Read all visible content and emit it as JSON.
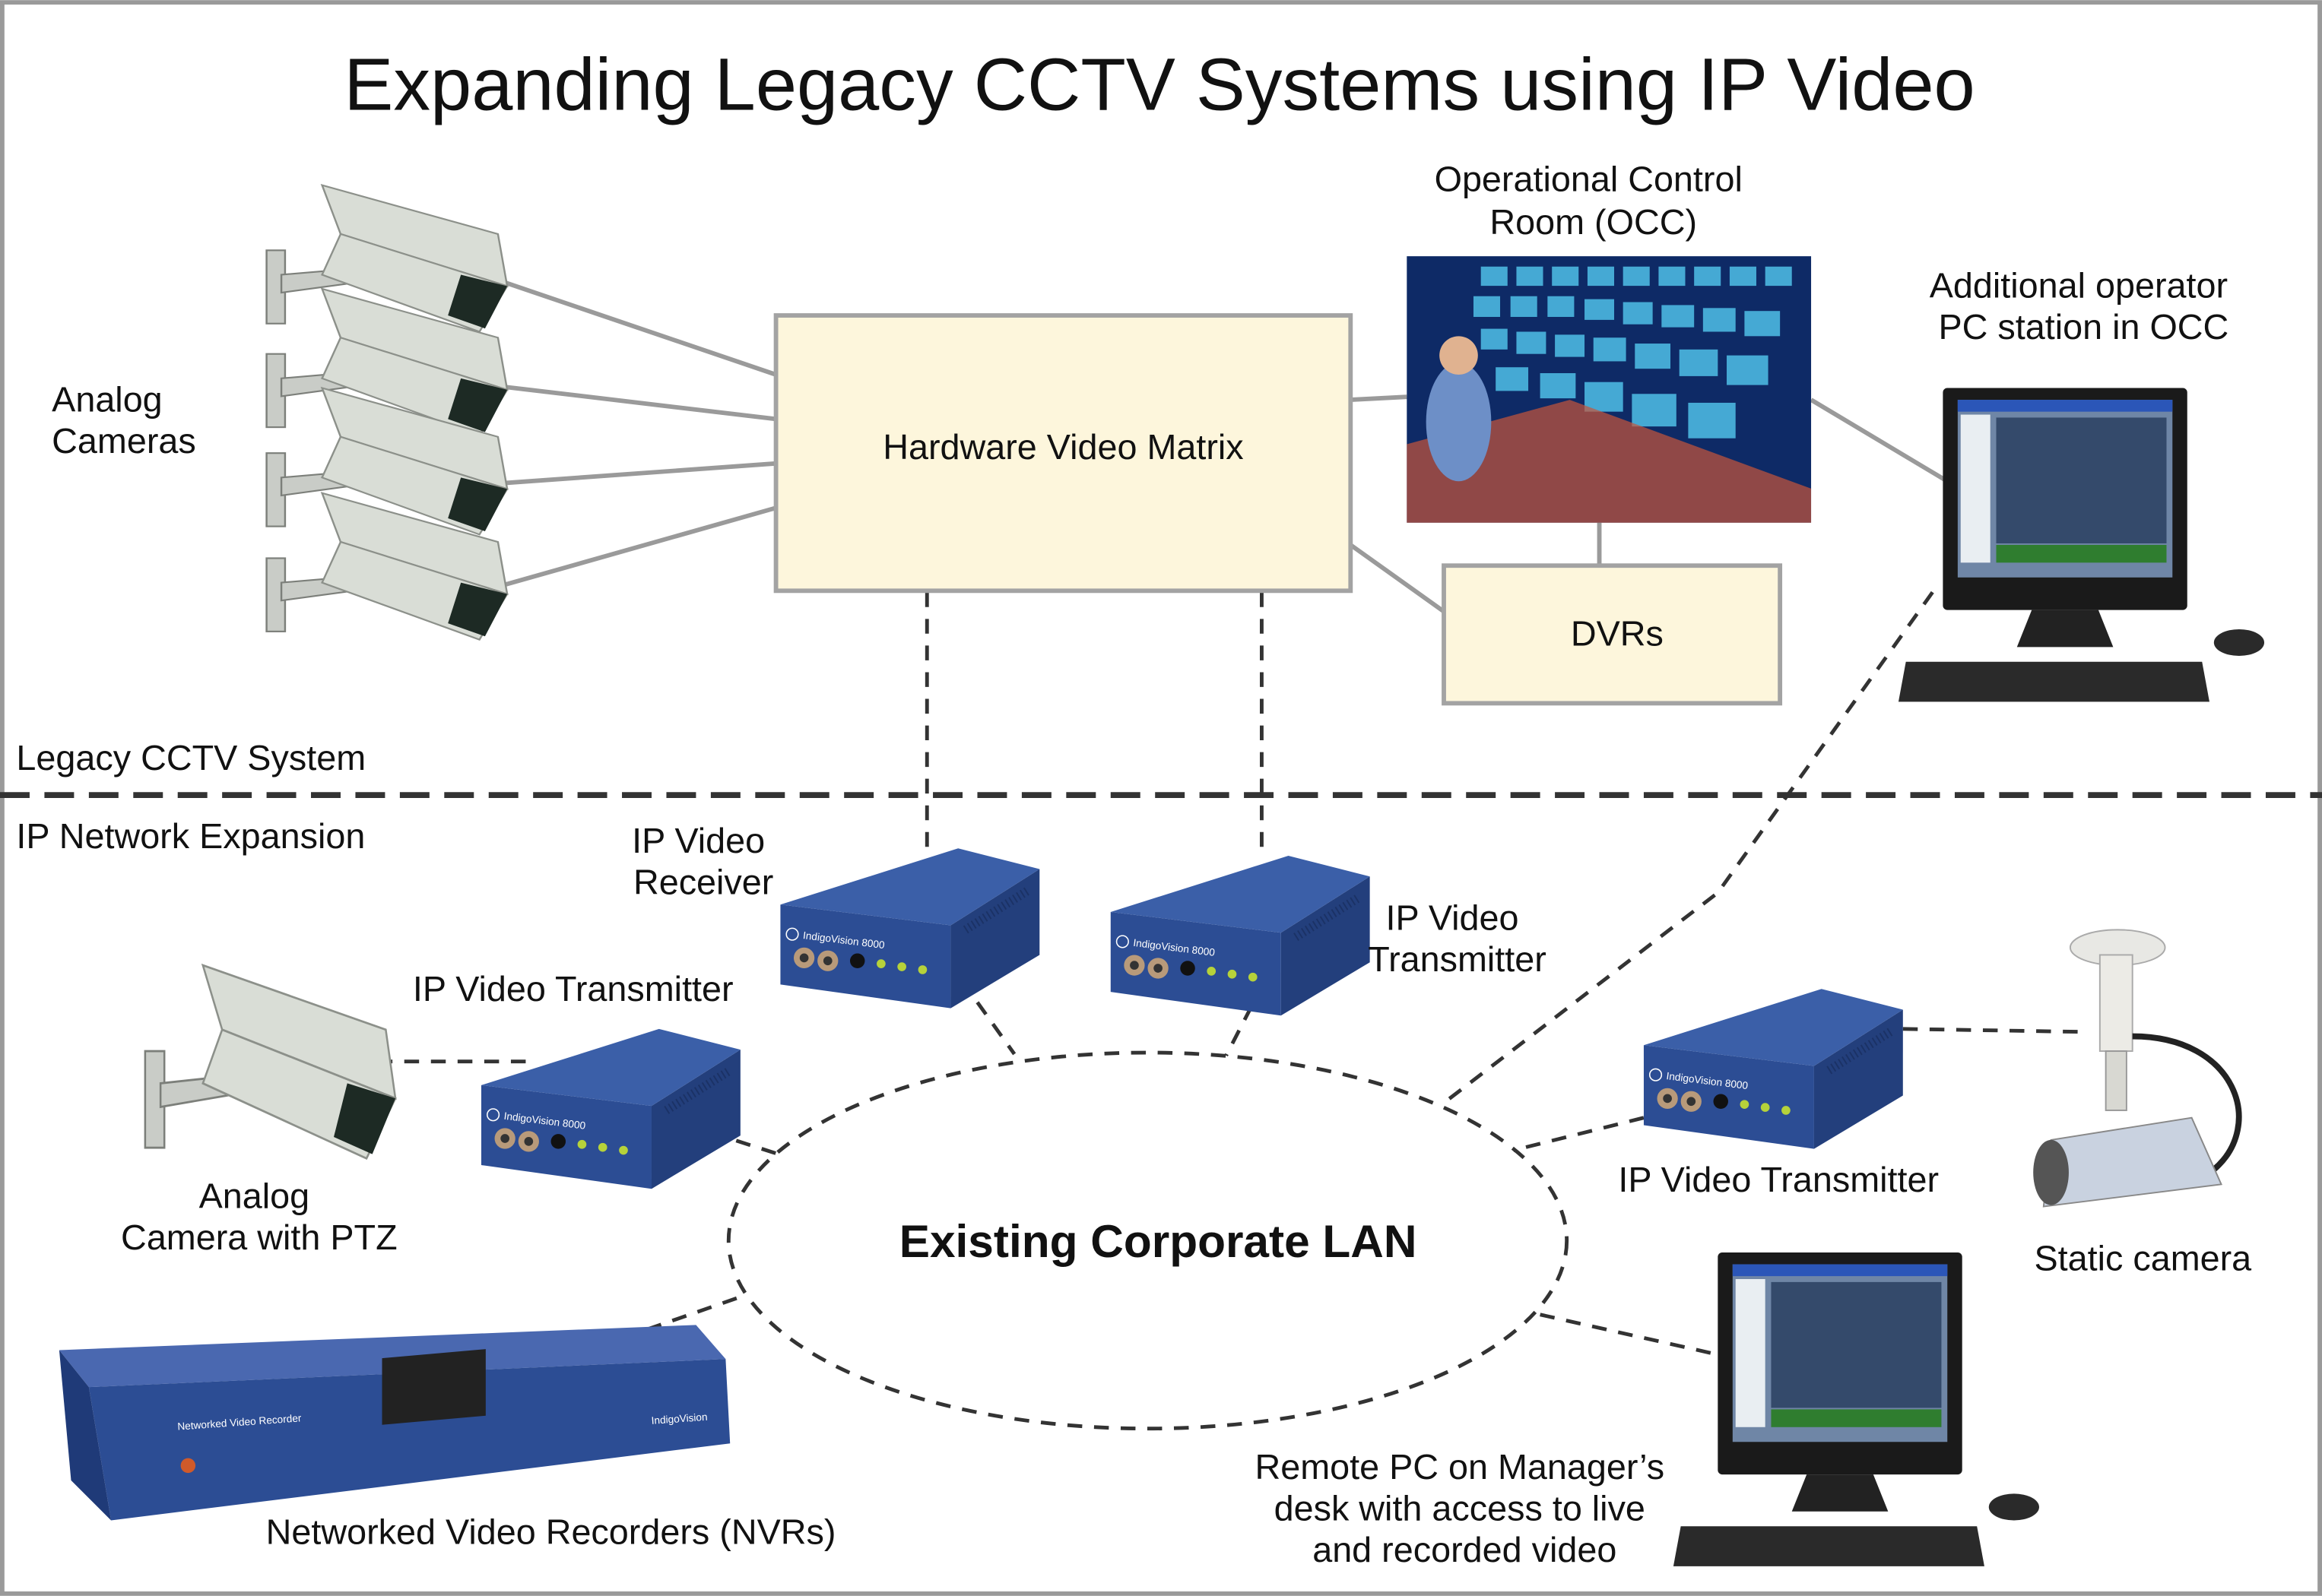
{
  "title": "Expanding Legacy CCTV Systems using IP Video",
  "sections": {
    "legacy": "Legacy CCTV System",
    "ip": "IP Network Expansion"
  },
  "nodes": {
    "analog_cameras": [
      "Analog",
      "Cameras"
    ],
    "matrix": "Hardware Video Matrix",
    "occ": [
      "Operational Control",
      "Room (OCC)"
    ],
    "dvrs": "DVRs",
    "additional_pc": [
      "Additional operator",
      "PC station in OCC"
    ],
    "ip_receiver": [
      "IP Video",
      "Receiver"
    ],
    "ip_transmitter_top": [
      "IP Video",
      "Transmitter"
    ],
    "ip_transmitter_ptz": "IP Video Transmitter",
    "ptz_camera": [
      "Analog",
      "Camera with PTZ"
    ],
    "lan": "Existing Corporate LAN",
    "ip_transmitter_right": "IP Video Transmitter",
    "static_camera": "Static camera",
    "nvr": "Networked Video Recorders (NVRs)",
    "remote_pc": [
      "Remote PC on Manager’s",
      "desk with access to live",
      "and recorded video"
    ]
  },
  "device_labels": {
    "encoder_brand": "IndigoVision 8000",
    "nvr_front": "Networked Video Recorder",
    "nvr_brand": "IndigoVision"
  },
  "colors": {
    "box_fill": "#fdf6dc",
    "device_blue": "#2c4d94"
  }
}
